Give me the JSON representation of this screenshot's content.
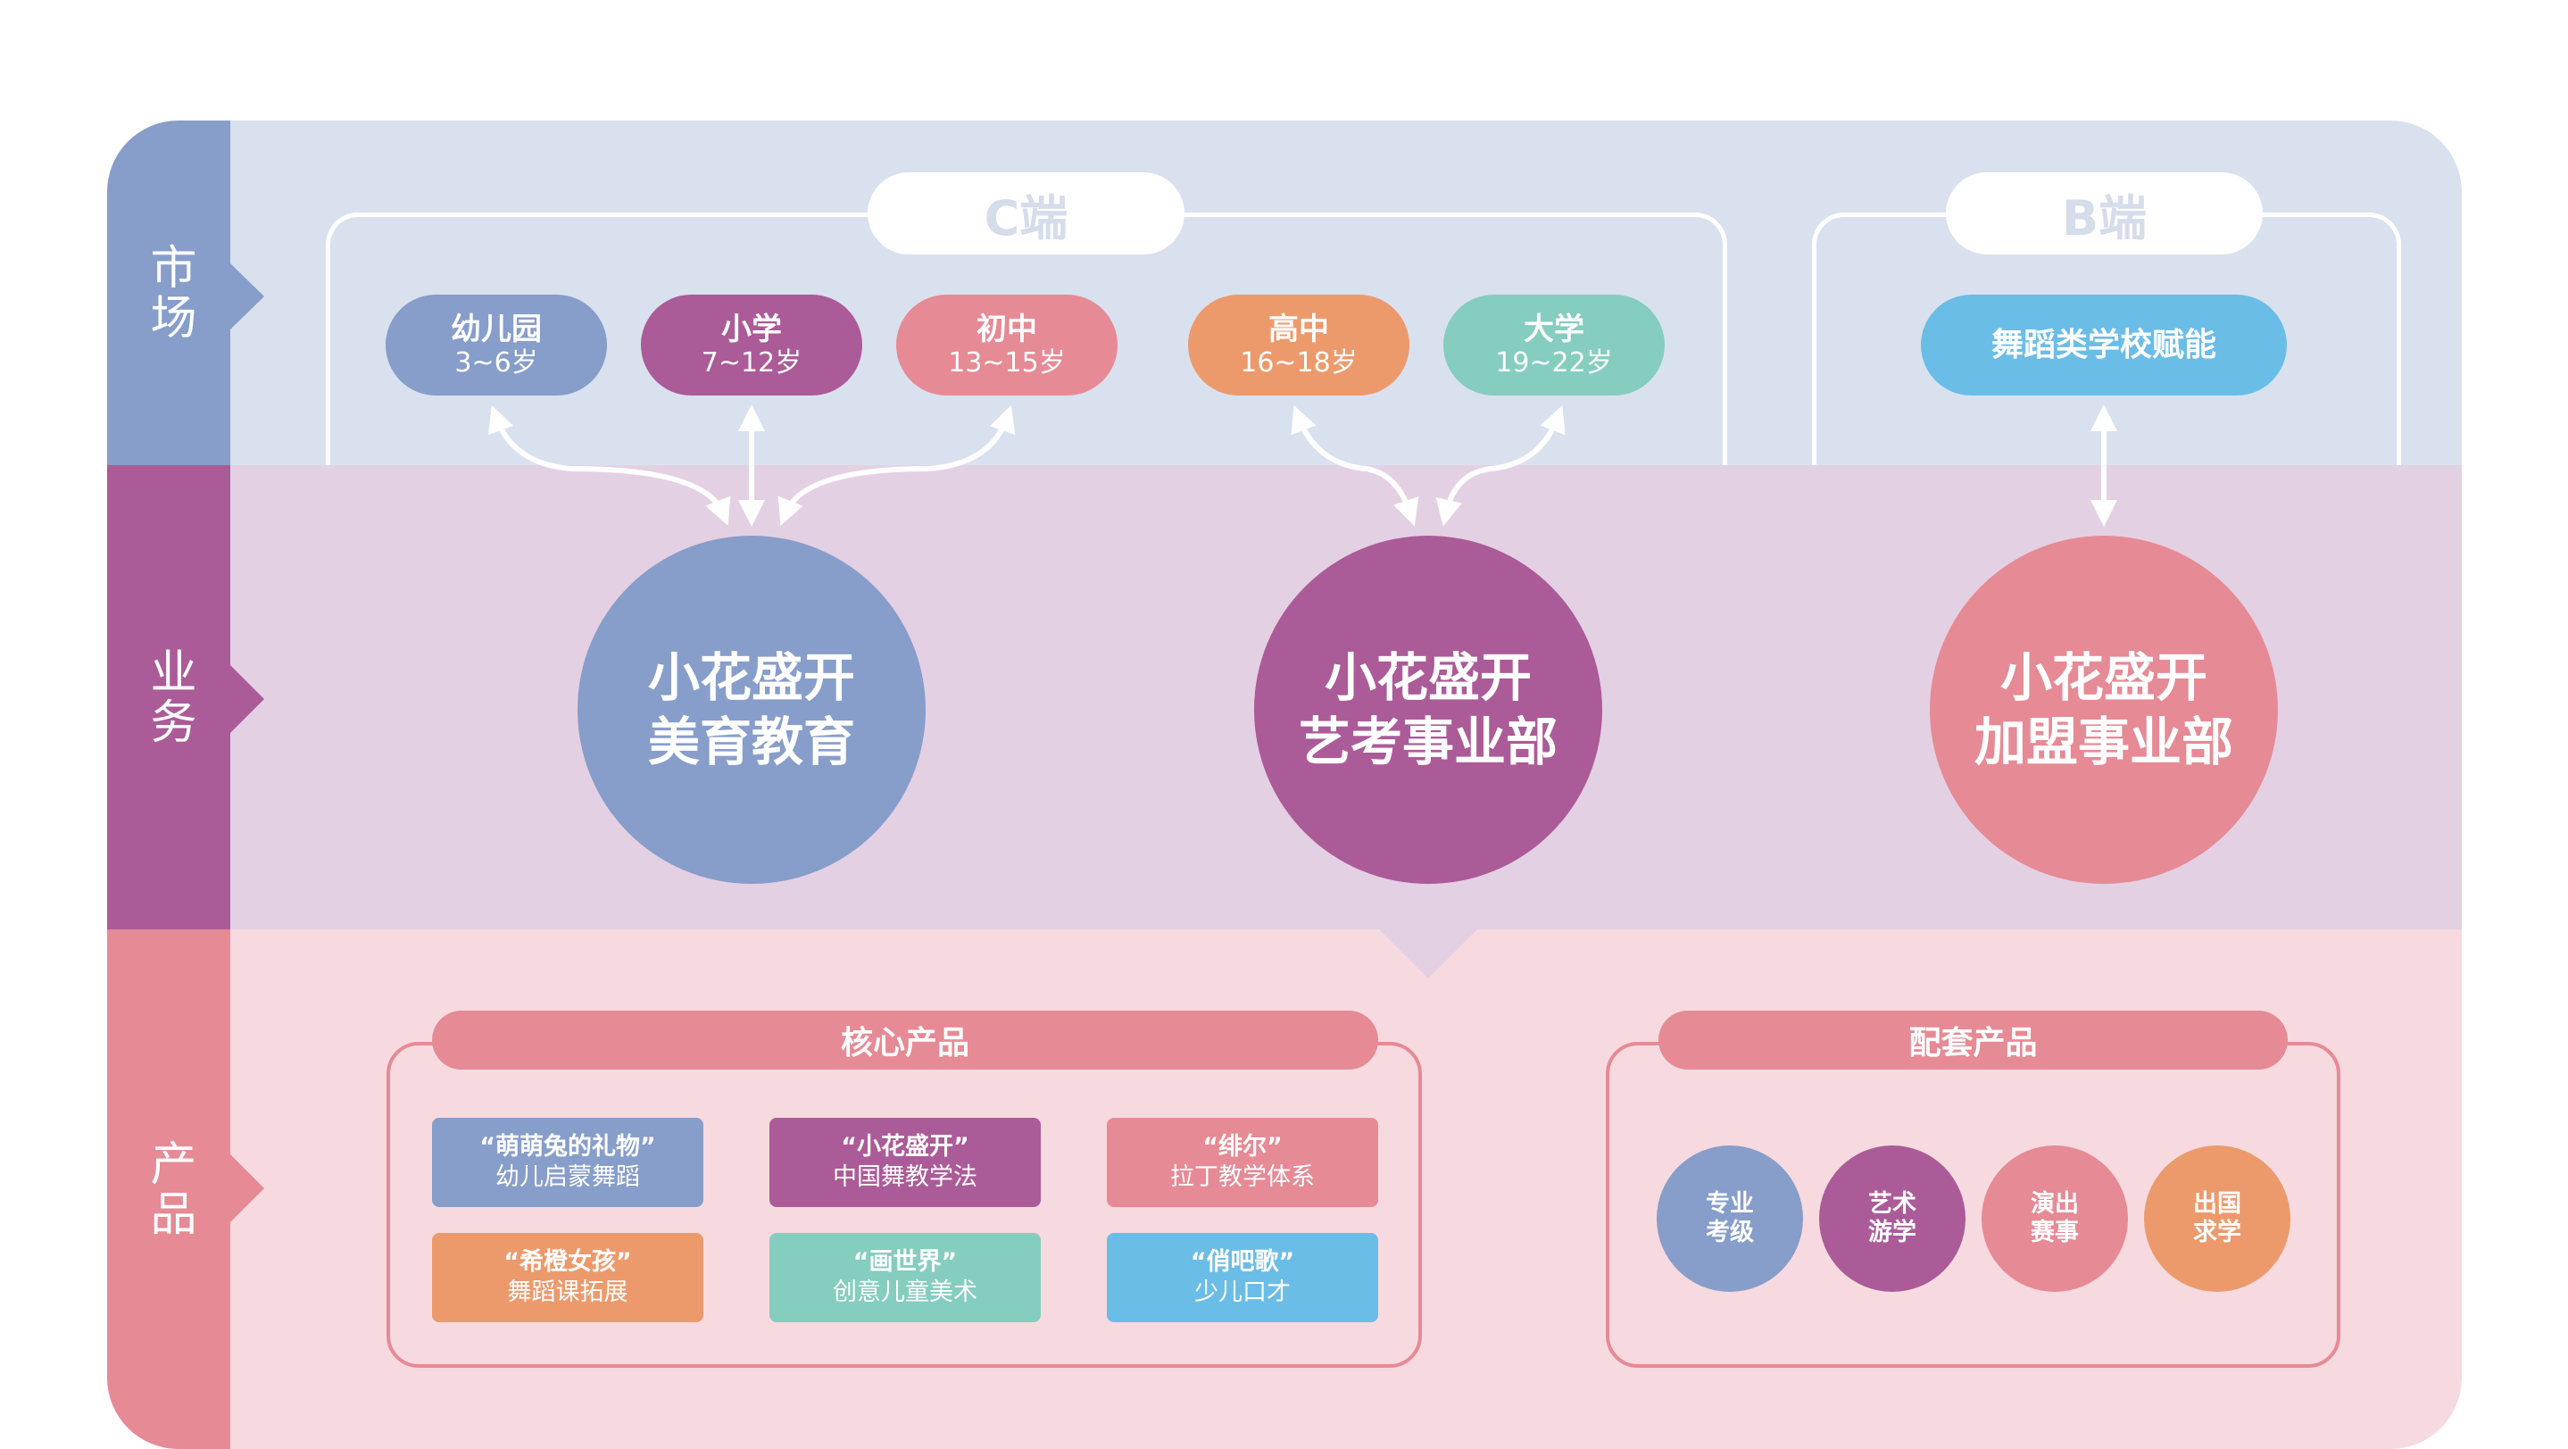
{
  "colors": {
    "market_bg": "#d9e1ef",
    "business_bg": "#e4d0e3",
    "product_bg": "#f6dadf",
    "blue": "#879dca",
    "purple": "#ab5b98",
    "pink": "#e68a95",
    "orange": "#ec9a6c",
    "teal": "#85cdbf",
    "sky": "#6abde6"
  },
  "sidebar": {
    "market": "市场",
    "business": "业务",
    "product": "产品"
  },
  "market": {
    "c_end": {
      "title": "C端",
      "segments": [
        {
          "name": "幼儿园",
          "age": "3~6岁"
        },
        {
          "name": "小学",
          "age": "7~12岁"
        },
        {
          "name": "初中",
          "age": "13~15岁"
        },
        {
          "name": "高中",
          "age": "16~18岁"
        },
        {
          "name": "大学",
          "age": "19~22岁"
        }
      ]
    },
    "b_end": {
      "title": "B端",
      "segment": "舞蹈类学校赋能"
    }
  },
  "business": {
    "units": [
      {
        "line1": "小花盛开",
        "line2": "美育教育"
      },
      {
        "line1": "小花盛开",
        "line2": "艺考事业部"
      },
      {
        "line1": "小花盛开",
        "line2": "加盟事业部"
      }
    ]
  },
  "products": {
    "core": {
      "title": "核心产品",
      "items": [
        {
          "name": "“萌萌兔的礼物”",
          "desc": "幼儿启蒙舞蹈"
        },
        {
          "name": "“小花盛开”",
          "desc": "中国舞教学法"
        },
        {
          "name": "“绯尔”",
          "desc": "拉丁教学体系"
        },
        {
          "name": "“希橙女孩”",
          "desc": "舞蹈课拓展"
        },
        {
          "name": "“画世界”",
          "desc": "创意儿童美术"
        },
        {
          "name": "“俏吧歌”",
          "desc": "少儿口才"
        }
      ]
    },
    "support": {
      "title": "配套产品",
      "items": [
        {
          "line1": "专业",
          "line2": "考级"
        },
        {
          "line1": "艺术",
          "line2": "游学"
        },
        {
          "line1": "演出",
          "line2": "赛事"
        },
        {
          "line1": "出国",
          "line2": "求学"
        }
      ]
    }
  }
}
